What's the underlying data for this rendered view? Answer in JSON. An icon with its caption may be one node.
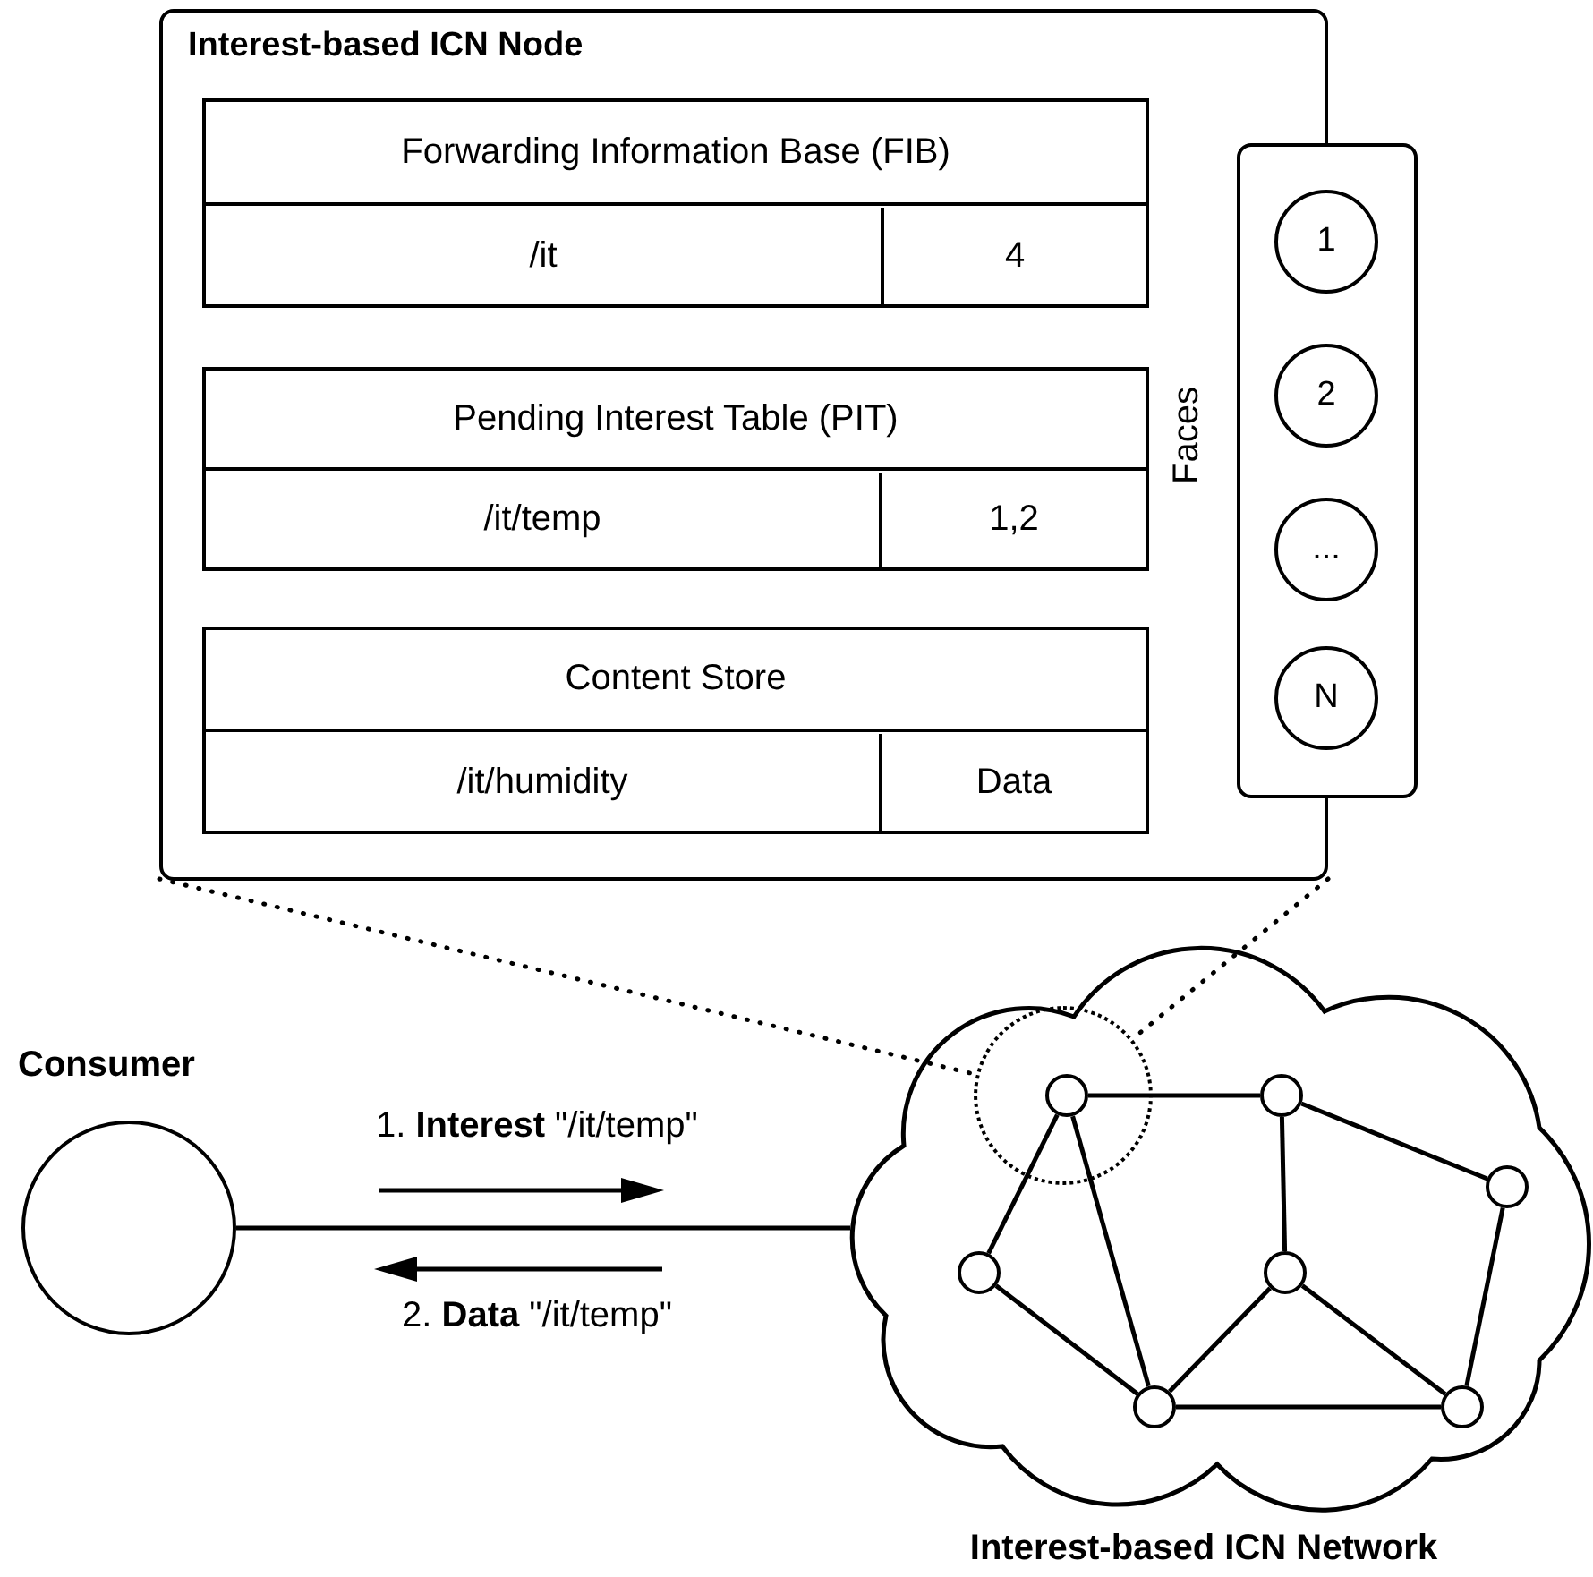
{
  "diagram": {
    "nodes": [
      {
        "text": [
          "Interest-based ICN Node"
        ]
      },
      {
        "text": [
          "Forwarding Information Base (FIB)",
          "/it",
          "4"
        ],
        "in": 0
      },
      {
        "text": [
          "Pending Interest Table (PIT)",
          "/it/temp",
          "1,2"
        ],
        "in": 0
      },
      {
        "text": [
          "Content Store",
          "/it/humidity",
          "Data"
        ],
        "in": 0
      },
      {
        "text": [],
        "shape": "box"
      },
      {
        "text": [
          "1"
        ],
        "in": 4
      },
      {
        "text": [
          "2"
        ],
        "in": 4
      },
      {
        "text": [
          "..."
        ],
        "in": 4
      },
      {
        "text": [
          "N"
        ],
        "in": 4
      },
      {
        "text": [
          "Consumer"
        ]
      },
      {
        "text": [
          "Interest-based ICN Network"
        ]
      },
      {
        "text": [],
        "shape": "circle",
        "in": 10
      },
      {
        "text": [],
        "shape": "circle",
        "in": 10
      },
      {
        "text": [],
        "shape": "circle",
        "in": 11
      },
      {
        "text": [],
        "shape": "circle",
        "in": 10
      },
      {
        "text": [],
        "shape": "circle",
        "in": 10
      },
      {
        "text": [],
        "shape": "circle",
        "in": 10
      },
      {
        "text": [],
        "shape": "circle",
        "in": 10
      },
      {
        "text": [],
        "shape": "circle",
        "in": 10
      }
    ],
    "edges": [
      {
        "from": 9,
        "to": 10,
        "arrow": "none"
      },
      {
        "from": 0,
        "to": 11,
        "arrow": "none",
        "style": "dashed"
      },
      {
        "from": 0,
        "to": 11,
        "arrow": "none",
        "style": "dashed"
      },
      {
        "from": 13,
        "to": 15,
        "arrow": "none"
      },
      {
        "from": 13,
        "to": 12,
        "arrow": "none"
      },
      {
        "from": 13,
        "to": 14,
        "arrow": "none"
      },
      {
        "from": 12,
        "to": 14,
        "arrow": "none"
      },
      {
        "from": 15,
        "to": 16,
        "arrow": "none"
      },
      {
        "from": 15,
        "to": 18,
        "arrow": "none"
      },
      {
        "from": 16,
        "to": 14,
        "arrow": "none"
      },
      {
        "from": 16,
        "to": 17,
        "arrow": "none"
      },
      {
        "from": 14,
        "to": 17,
        "arrow": "none"
      },
      {
        "from": 18,
        "to": 17,
        "arrow": "none"
      }
    ],
    "labels": [
      "Faces",
      "1. **Interest** \"/it/temp\"",
      "2. **Data** \"/it/temp\""
    ]
  }
}
